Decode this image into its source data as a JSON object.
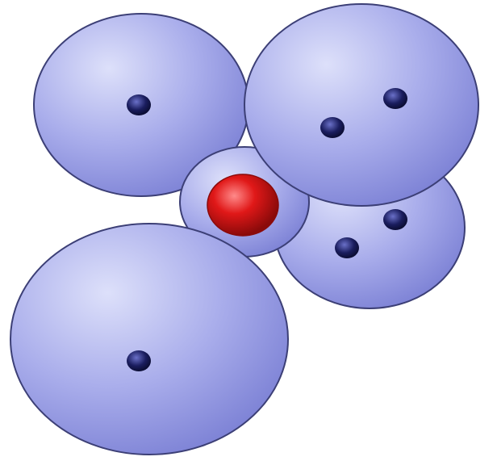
{
  "diagram": {
    "orbitals": [
      {
        "id": "top-left",
        "electron_count": 1
      },
      {
        "id": "top-right",
        "electron_count": 2
      },
      {
        "id": "middle-right",
        "electron_count": 2
      },
      {
        "id": "bottom-left",
        "electron_count": 1
      }
    ],
    "nucleus": {
      "count": 1
    },
    "colors": {
      "orbital_fill_light": "#dde0fa",
      "orbital_fill_mid": "#a9adeb",
      "orbital_fill_dark": "#7e83d6",
      "orbital_stroke": "#3c3f76",
      "electron": "#1a1d5e",
      "electron_highlight": "#6a70c8",
      "nucleus_light": "#ff8a8a",
      "nucleus_mid": "#e01818",
      "nucleus_dark": "#8a0a0a"
    }
  }
}
